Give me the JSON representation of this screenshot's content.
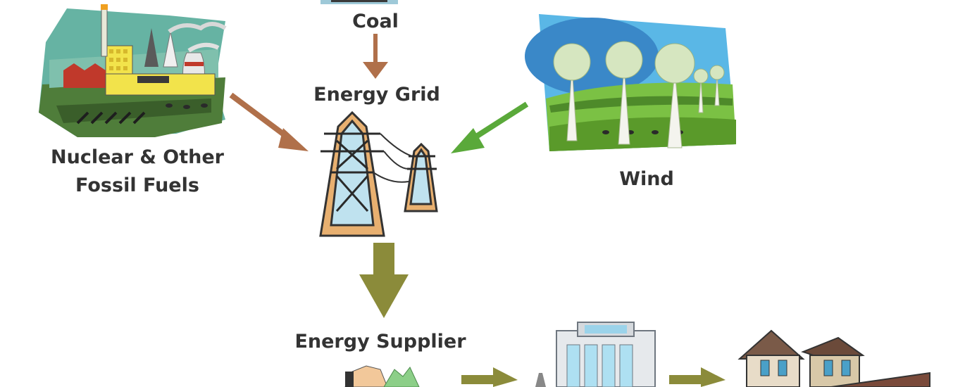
{
  "nodes": {
    "coal": {
      "label": "Coal"
    },
    "grid": {
      "label": "Energy Grid"
    },
    "nuclear": {
      "line1": "Nuclear & Other",
      "line2": "Fossil Fuels"
    },
    "wind": {
      "label": "Wind"
    },
    "supplier": {
      "label": "Energy Supplier"
    }
  },
  "edges": [
    {
      "from": "coal",
      "to": "grid",
      "color": "#b0704a"
    },
    {
      "from": "nuclear",
      "to": "grid",
      "color": "#b0704a"
    },
    {
      "from": "wind",
      "to": "grid",
      "color": "#5aa93a"
    },
    {
      "from": "grid",
      "to": "supplier",
      "color": "#8b8b3a"
    },
    {
      "from": "supplier",
      "to": "commercial-building",
      "color": "#8b8b3a"
    },
    {
      "from": "commercial-building",
      "to": "house",
      "color": "#8b8b3a"
    }
  ],
  "icons": [
    "factory-power-plant-icon",
    "wind-turbine-field-icon",
    "power-pylon-icon",
    "office-building-icon",
    "house-icon",
    "energy-supplier-icon"
  ]
}
